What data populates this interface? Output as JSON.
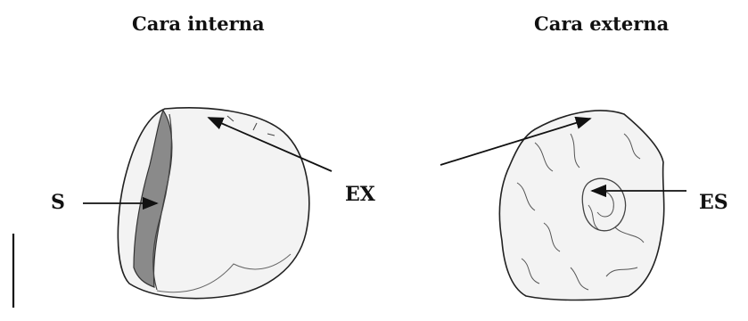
{
  "figure": {
    "left_title": "Cara interna",
    "right_title": "Cara externa",
    "labels": {
      "s": "S",
      "ex": "EX",
      "es": "ES"
    }
  },
  "colors": {
    "ink": "#111111",
    "stone_fill": "#f3f3f3",
    "shadow": "#8a8a8a",
    "groove": "#555555"
  }
}
